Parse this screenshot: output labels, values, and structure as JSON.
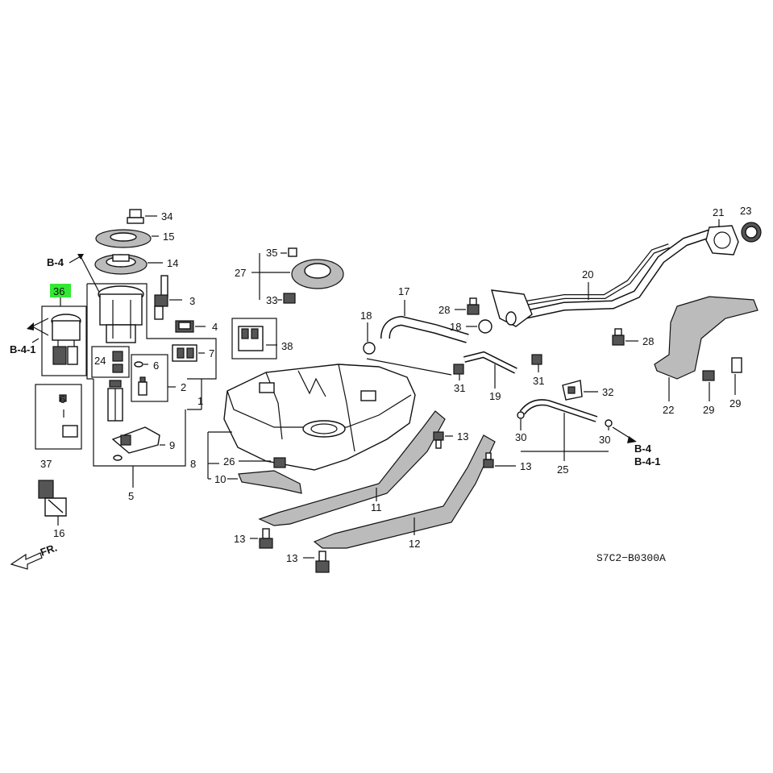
{
  "highlight": {
    "label": "36",
    "color": "#33e833"
  },
  "callouts": {
    "c34": "34",
    "c15": "15",
    "c14": "14",
    "c3": "3",
    "c4": "4",
    "c7": "7",
    "c24": "24",
    "c6a": "6",
    "c2": "2",
    "c1": "1",
    "c9": "9",
    "c5": "5",
    "c6b": "6",
    "c37": "37",
    "c16": "16",
    "c35": "35",
    "c27": "27",
    "c33": "33",
    "c38": "38",
    "c8": "8",
    "c26": "26",
    "c10": "10",
    "c11": "11",
    "c12": "12",
    "c13a": "13",
    "c13b": "13",
    "c13c": "13",
    "c13d": "13",
    "c17": "17",
    "c18a": "18",
    "c18b": "18",
    "c28a": "28",
    "c28b": "28",
    "c31a": "31",
    "c31b": "31",
    "c19": "19",
    "c20": "20",
    "c21": "21",
    "c23": "23",
    "c22": "22",
    "c29a": "29",
    "c29b": "29",
    "c32": "32",
    "c30a": "30",
    "c30b": "30",
    "c25": "25"
  },
  "refs": {
    "b4_top": "B-4",
    "b41_left": "B-4-1",
    "b4_right": "B-4",
    "b41_right": "B-4-1"
  },
  "front_arrow": "FR.",
  "diagram_code": "S7C2−B0300A"
}
